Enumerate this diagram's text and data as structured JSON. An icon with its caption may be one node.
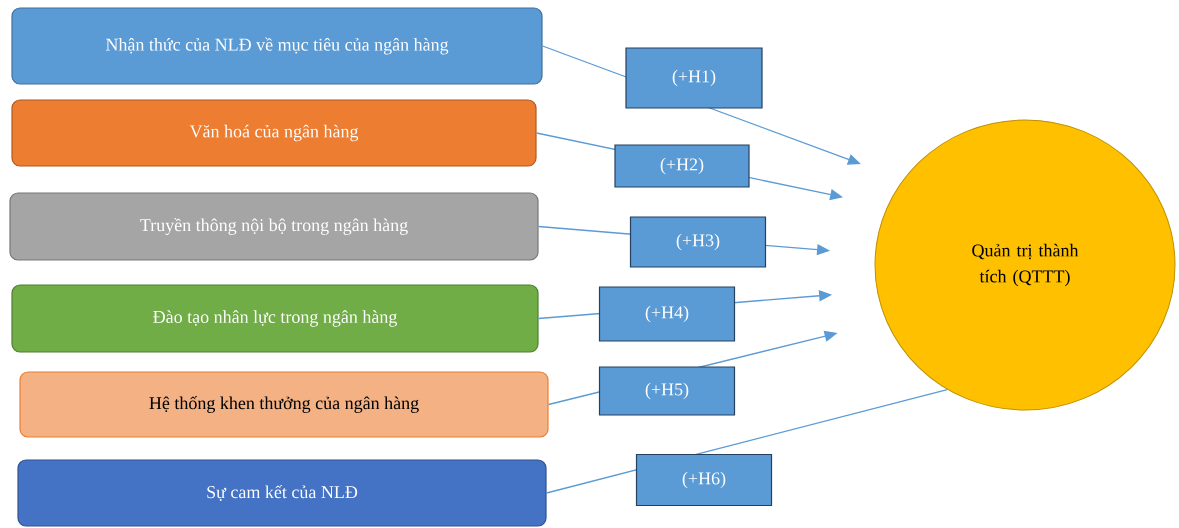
{
  "diagram": {
    "nodes": [
      {
        "text": [
          "Nhận thức của NLĐ về mục tiêu của ngân hàng"
        ]
      },
      {
        "text": [
          "Văn hoá của ngân hàng"
        ]
      },
      {
        "text": [
          "Truyền thông nội bộ trong ngân hàng"
        ]
      },
      {
        "text": [
          "Đào tạo nhân lực trong ngân hàng"
        ]
      },
      {
        "text": [
          "Hệ thống khen thưởng của ngân hàng"
        ]
      },
      {
        "text": [
          "Sự cam kết của NLĐ"
        ]
      },
      {
        "text": [
          "Quản trị thành tích (QTTT)"
        ]
      }
    ],
    "edges": [
      {
        "from": 0,
        "to": 6,
        "arrow": "to",
        "label": "(+H1)"
      },
      {
        "from": 1,
        "to": 6,
        "arrow": "to",
        "label": "(+H2)"
      },
      {
        "from": 2,
        "to": 6,
        "arrow": "to",
        "label": "(+H3)"
      },
      {
        "from": 3,
        "to": 6,
        "arrow": "to",
        "label": "(+H4)"
      },
      {
        "from": 4,
        "to": 6,
        "arrow": "to",
        "label": "(+H5)"
      },
      {
        "from": 5,
        "to": 6,
        "arrow": "none",
        "label": "(+H6)"
      }
    ]
  }
}
